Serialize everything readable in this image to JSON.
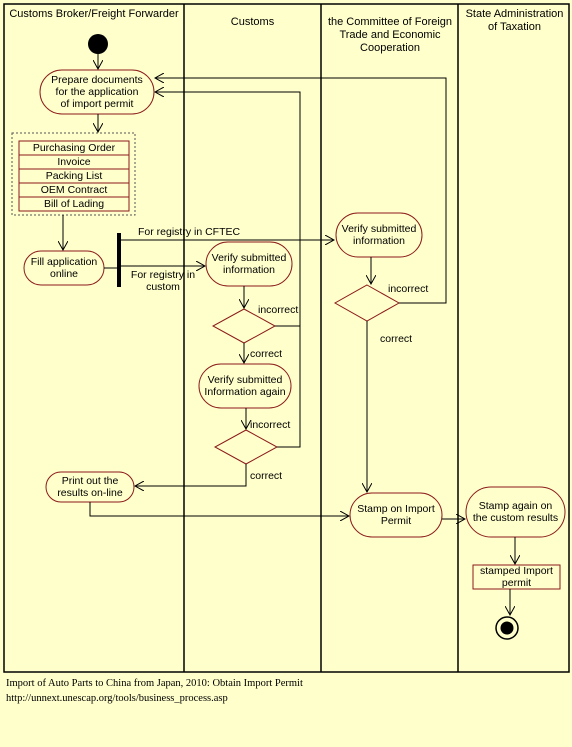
{
  "lanes": [
    "Customs Broker/Freight Forwarder",
    "Customs",
    "the Committee of Foreign Trade and Economic Cooperation",
    "State Administration of Taxation"
  ],
  "activities": {
    "prepare": "Prepare documents for the application of import permit",
    "fill": "Fill application online",
    "verify_customs": "Verify submitted information",
    "verify_again": "Verify submitted Information again",
    "verify_cftec": "Verify submitted information",
    "print": "Print out the results on-line",
    "stamp_import": "Stamp on Import Permit",
    "stamp_again": "Stamp again on the custom results"
  },
  "documents": [
    "Purchasing Order",
    "Invoice",
    "Packing List",
    "OEM Contract",
    "Bill of Lading"
  ],
  "stamped_object": "stamped Import permit",
  "labels": {
    "registry_cftec": "For registry in CFTEC",
    "registry_custom": "For registry in custom",
    "incorrect": "incorrect",
    "correct": "correct"
  },
  "caption": {
    "line1": "Import of Auto Parts to China from Japan, 2010: Obtain Import Permit",
    "line2": "http://unnext.unescap.org/tools/business_process.asp"
  },
  "colors": {
    "background": "#ffffcc",
    "node_border": "#8b1a1a",
    "line": "#000000"
  }
}
